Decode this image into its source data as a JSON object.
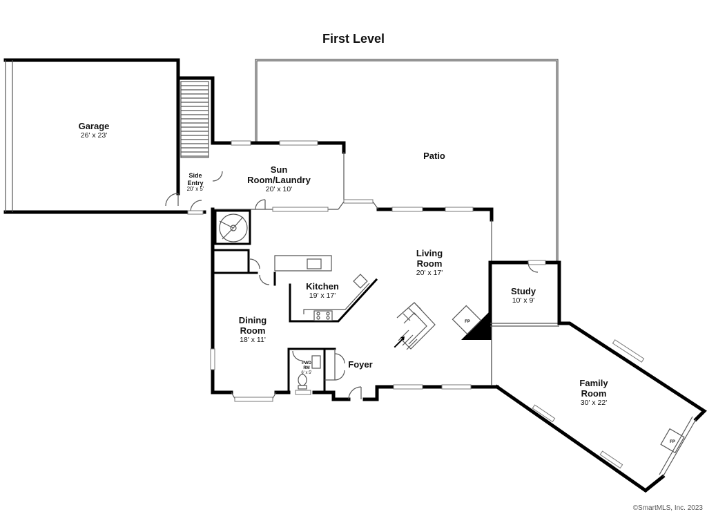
{
  "title": "First Level",
  "copyright": "©SmartMLS, Inc.  2023",
  "rooms": {
    "garage": {
      "name": "Garage",
      "dims": "26' x 23'"
    },
    "side_entry": {
      "name_line1": "Side",
      "name_line2": "Entry",
      "dims": "20' x 5'"
    },
    "sun_room": {
      "name_line1": "Sun",
      "name_line2": "Room/Laundry",
      "dims": "20' x 10'"
    },
    "patio": {
      "name": "Patio"
    },
    "living_room": {
      "name_line1": "Living",
      "name_line2": "Room",
      "dims": "20' x 17'"
    },
    "study": {
      "name": "Study",
      "dims": "10' x 9'"
    },
    "kitchen": {
      "name": "Kitchen",
      "dims": "19' x 17'"
    },
    "dining_room": {
      "name_line1": "Dining",
      "name_line2": "Room",
      "dims": "18' x 11'"
    },
    "powder_room": {
      "name_line1": "PWD",
      "name_line2": "RM",
      "dims": "6' x 5'"
    },
    "foyer": {
      "name": "Foyer"
    },
    "family_room": {
      "name_line1": "Family",
      "name_line2": "Room",
      "dims": "30' x 22'"
    }
  },
  "fireplaces": {
    "living": "FP",
    "family": "FP"
  }
}
